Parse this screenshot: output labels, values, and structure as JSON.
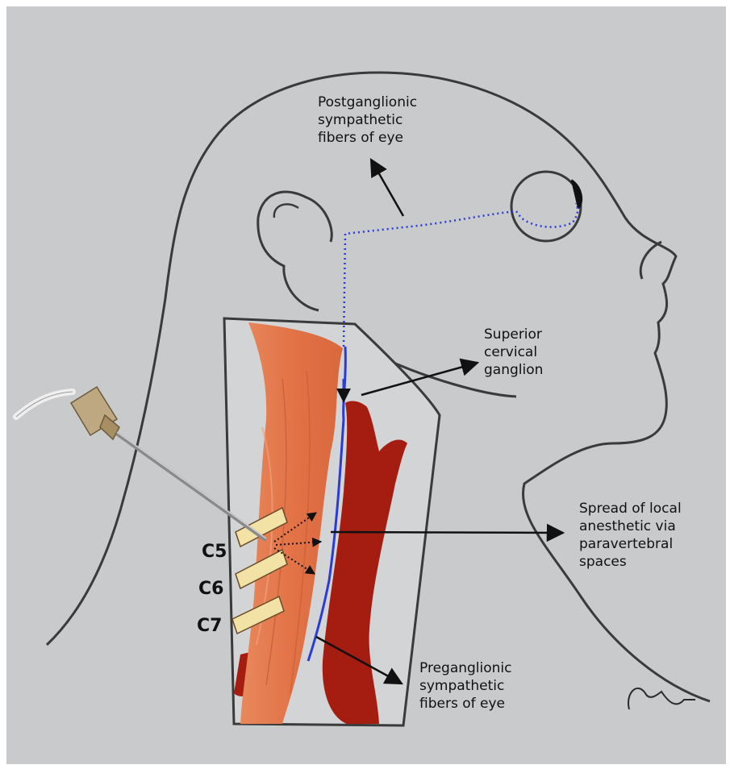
{
  "labels": {
    "postganglionic": [
      "Postganglionic",
      "sympathetic",
      "fibers of eye"
    ],
    "superior_cervical": [
      "Superior",
      "cervical",
      "ganglion"
    ],
    "spread": [
      "Spread of local",
      "anesthetic via",
      "paravertebral",
      "spaces"
    ],
    "preganglionic": [
      "Preganglionic",
      "sympathetic",
      "fibers of eye"
    ]
  },
  "vertebrae": [
    "C5",
    "C6",
    "C7"
  ],
  "colors": {
    "paper": "#c8c9cb",
    "outline": "#3a3a3a",
    "muscle": "#e47a4e",
    "artery": "#a51d10",
    "nerve": "#2a3bd6",
    "bone": "#f3e2a6"
  }
}
